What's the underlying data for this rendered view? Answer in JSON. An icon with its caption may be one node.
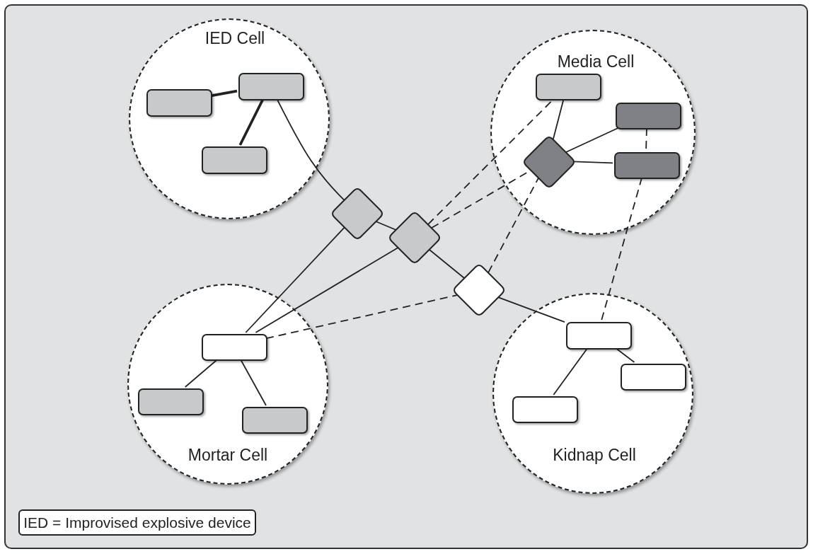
{
  "diagram": {
    "nodes": [
      {
        "text": [
          "IED Cell"
        ]
      },
      {
        "text": [],
        "shape": "box",
        "in": 0
      },
      {
        "text": [],
        "shape": "box",
        "in": 0
      },
      {
        "text": [],
        "shape": "box",
        "in": 0
      },
      {
        "text": [
          "Media Cell"
        ]
      },
      {
        "text": [],
        "shape": "box",
        "in": 4
      },
      {
        "text": [],
        "shape": "diamond",
        "in": 4
      },
      {
        "text": [],
        "shape": "box",
        "in": 4
      },
      {
        "text": [],
        "shape": "box",
        "in": 4
      },
      {
        "text": [],
        "shape": "diamond"
      },
      {
        "text": [],
        "shape": "diamond"
      },
      {
        "text": [],
        "shape": "diamond"
      },
      {
        "text": [
          "Mortar Cell"
        ]
      },
      {
        "text": [],
        "shape": "box",
        "in": 12
      },
      {
        "text": [],
        "shape": "box",
        "in": 12
      },
      {
        "text": [],
        "shape": "box",
        "in": 12
      },
      {
        "text": [
          "Kidnap Cell"
        ]
      },
      {
        "text": [],
        "shape": "box",
        "in": 16
      },
      {
        "text": [],
        "shape": "box",
        "in": 16
      },
      {
        "text": [],
        "shape": "box",
        "in": 16
      },
      {
        "text": [
          "IED = Improvised explosive device"
        ]
      }
    ],
    "edges": [
      {
        "from": 1,
        "to": 2,
        "arrow": "none",
        "style": "thick"
      },
      {
        "from": 1,
        "to": 3,
        "arrow": "none",
        "style": "thick"
      },
      {
        "from": 1,
        "to": 9,
        "arrow": "none"
      },
      {
        "from": 9,
        "to": 10,
        "arrow": "none"
      },
      {
        "from": 10,
        "to": 11,
        "arrow": "none"
      },
      {
        "from": 11,
        "to": 17,
        "arrow": "none"
      },
      {
        "from": 9,
        "to": 13,
        "arrow": "none"
      },
      {
        "from": 10,
        "to": 13,
        "arrow": "none"
      },
      {
        "from": 13,
        "to": 11,
        "arrow": "none",
        "style": "dashed"
      },
      {
        "from": 10,
        "to": 6,
        "arrow": "none",
        "style": "dashed"
      },
      {
        "from": 10,
        "to": 5,
        "arrow": "none",
        "style": "dashed"
      },
      {
        "from": 11,
        "to": 6,
        "arrow": "none",
        "style": "dashed"
      },
      {
        "from": 8,
        "to": 17,
        "arrow": "none",
        "style": "dashed"
      },
      {
        "from": 7,
        "to": 8,
        "arrow": "none",
        "style": "dashed"
      },
      {
        "from": 5,
        "to": 6,
        "arrow": "none"
      },
      {
        "from": 6,
        "to": 7,
        "arrow": "none"
      },
      {
        "from": 6,
        "to": 8,
        "arrow": "none"
      },
      {
        "from": 13,
        "to": 14,
        "arrow": "none"
      },
      {
        "from": 13,
        "to": 15,
        "arrow": "none"
      },
      {
        "from": 17,
        "to": 18,
        "arrow": "none"
      },
      {
        "from": 17,
        "to": 19,
        "arrow": "none"
      }
    ]
  }
}
